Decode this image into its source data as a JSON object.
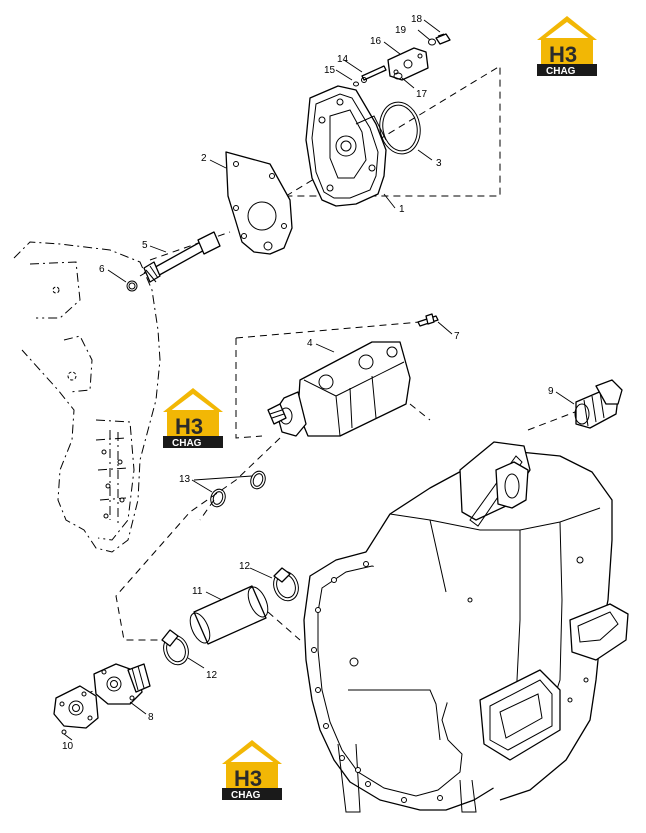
{
  "logo": {
    "mark": "H3",
    "wordmark": "CHAG",
    "mark_color": "#2b2b2b",
    "roof_color": "#f2b705",
    "plate_color": "#1a1a1a"
  },
  "callouts": {
    "p1": "1",
    "p2": "2",
    "p3": "3",
    "p4": "4",
    "p5": "5",
    "p6": "6",
    "p7": "7",
    "p8": "8",
    "p9": "9",
    "p10": "10",
    "p11": "11",
    "p12a": "12",
    "p12b": "12",
    "p13": "13",
    "p14": "14",
    "p15": "15",
    "p16": "16",
    "p17": "17",
    "p18": "18",
    "p19": "19"
  }
}
